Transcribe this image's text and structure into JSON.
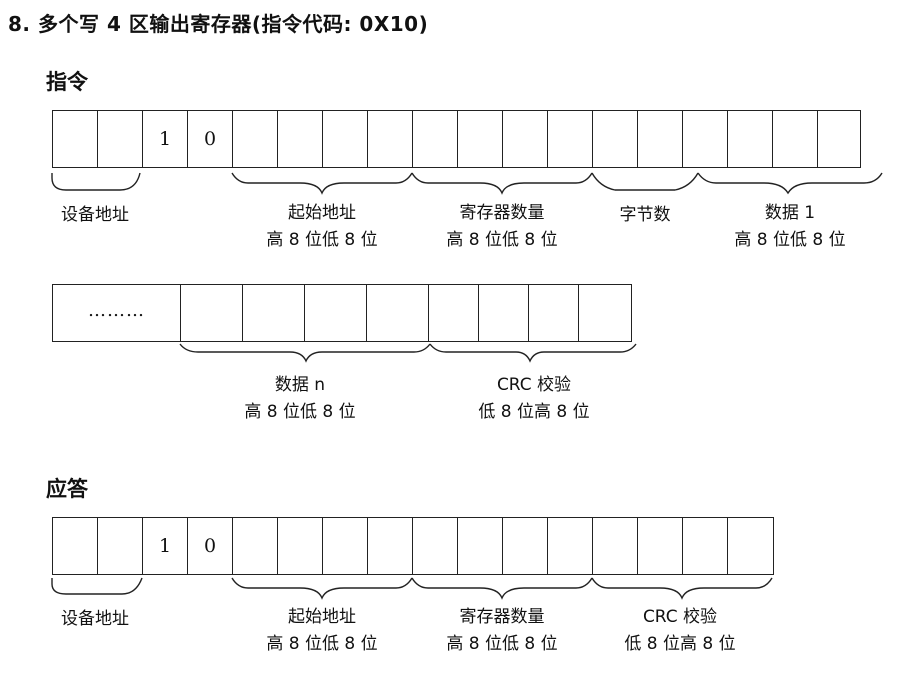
{
  "title": "8. 多个写 4 区输出寄存器(指令代码: 0X10)",
  "command": {
    "heading": "指令",
    "row1": [
      "",
      "",
      "1",
      "0",
      "",
      "",
      "",
      "",
      "",
      "",
      "",
      "",
      "",
      "",
      "",
      "",
      "",
      ""
    ],
    "row2": [
      "………",
      "",
      "",
      "",
      "",
      "",
      "",
      "",
      ""
    ],
    "labels": {
      "device": "设备地址",
      "start_addr": "起始地址",
      "start_addr_sub": "高 8 位低 8 位",
      "reg_count": "寄存器数量",
      "reg_count_sub": "高 8 位低 8 位",
      "byte_count": "字节数",
      "data1": "数据 1",
      "data1_sub": "高 8 位低 8 位",
      "datan": "数据 n",
      "datan_sub": "高 8 位低 8 位",
      "crc": "CRC 校验",
      "crc_sub": "低 8 位高 8 位"
    }
  },
  "response": {
    "heading": "应答",
    "row": [
      "",
      "",
      "1",
      "0",
      "",
      "",
      "",
      "",
      "",
      "",
      "",
      "",
      "",
      "",
      "",
      ""
    ],
    "labels": {
      "device": "设备地址",
      "start_addr": "起始地址",
      "start_addr_sub": "高 8 位低 8 位",
      "reg_count": "寄存器数量",
      "reg_count_sub": "高 8 位低 8 位",
      "crc": "CRC 校验",
      "crc_sub": "低 8 位高 8 位"
    }
  }
}
